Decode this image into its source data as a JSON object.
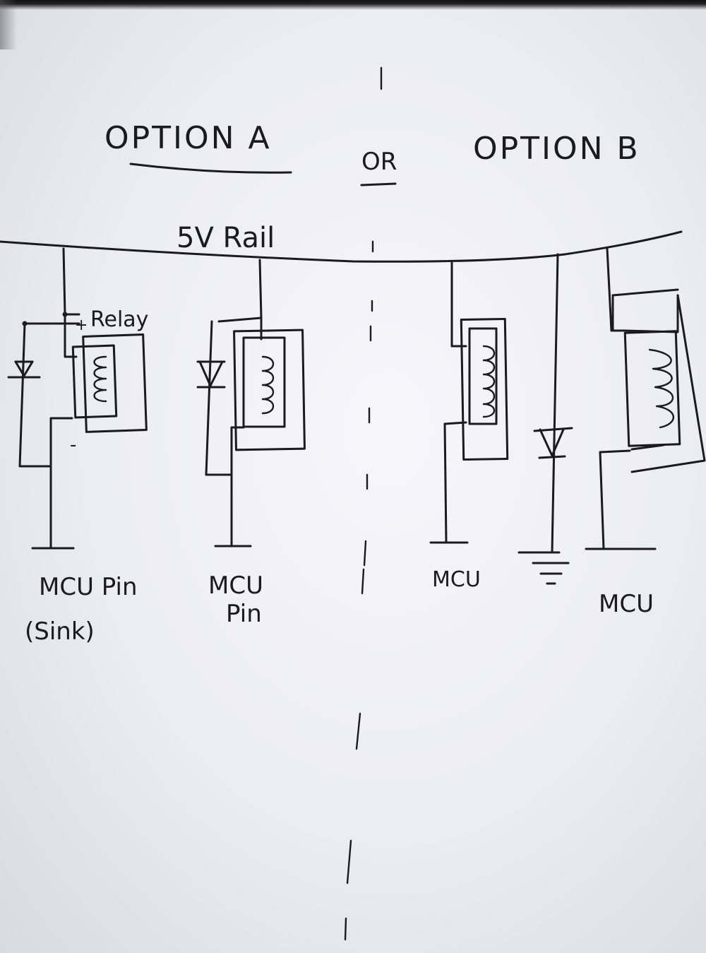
{
  "headings": {
    "option_a": "OPTION A",
    "or": "OR",
    "option_b": "OPTION B"
  },
  "rail_label": "5V Rail",
  "relay": {
    "label": "Relay",
    "plus": "+",
    "minus": "-"
  },
  "pin_labels": {
    "a1_line1": "MCU Pin",
    "a1_line2": "(Sink)",
    "a2_line1": "MCU",
    "a2_line2": "Pin",
    "b1": "MCU",
    "b2": "MCU"
  }
}
